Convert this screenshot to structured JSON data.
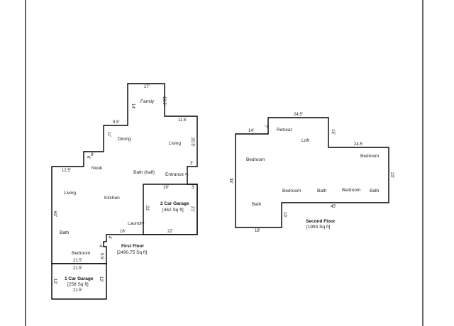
{
  "first_floor": {
    "title": "First Floor",
    "area": "[2490.75 Sq ft]",
    "rooms": {
      "family": "Family",
      "dining": "Dining",
      "living_upper": "Living",
      "nook": "Nook",
      "bath_half": "Bath (half)",
      "entrance": "Entrance",
      "living_lower": "Living",
      "kitchen": "Kitchen",
      "laundry": "Laundry",
      "bath": "Bath",
      "bedroom": "Bedroom"
    },
    "dimensions": {
      "top_17": "17'",
      "left_14": "14'",
      "right_13_5": "13.5'",
      "step_9_5": "9.5'",
      "step_11_5": "11.5'",
      "left_11": "11'",
      "right_20_5": "20.5'",
      "step_9": "9'",
      "left_6": "6'",
      "step_12_5": "12.5'",
      "right_3_upper": "3'",
      "right_3_lower": "3'",
      "right_1": "1'",
      "left_60": "60'",
      "bottom_16": "16'",
      "small_4_upper": "4'",
      "small_4_mid": "4'",
      "small_5_5": "5.5'",
      "bottom_21_5": "21.5'"
    },
    "garage_2": {
      "title": "2 Car Garage",
      "area": "[462 Sq ft]",
      "top": "19'",
      "right_3": "3'",
      "left": "21'",
      "right": "21'",
      "bottom": "22'"
    },
    "garage_1": {
      "title": "1 Car Garage",
      "area": "[258 Sq ft]",
      "top": "21.5'",
      "left": "12'",
      "right": "12'",
      "bottom": "21.5'"
    }
  },
  "second_floor": {
    "title": "Second Floor",
    "area": "[1993 Sq ft]",
    "rooms": {
      "retreat": "Retreat",
      "loft": "Loft",
      "bedroom_left": "Bedroom",
      "bedroom_right": "Bedroom",
      "bedroom_mid1": "Bedroom",
      "bath_mid": "Bath",
      "bedroom_mid2": "Bedroom",
      "bath_right": "Bath",
      "bath_left": "Bath"
    },
    "dimensions": {
      "top": "24.5'",
      "step_14": "14'",
      "small_7": "7'",
      "right_15": "15'",
      "right_24_5": "24.5'",
      "left_38": "38'",
      "right_23": "23'",
      "bottom_45": "45'",
      "small_10": "10'",
      "bottom_18": "18'"
    }
  }
}
